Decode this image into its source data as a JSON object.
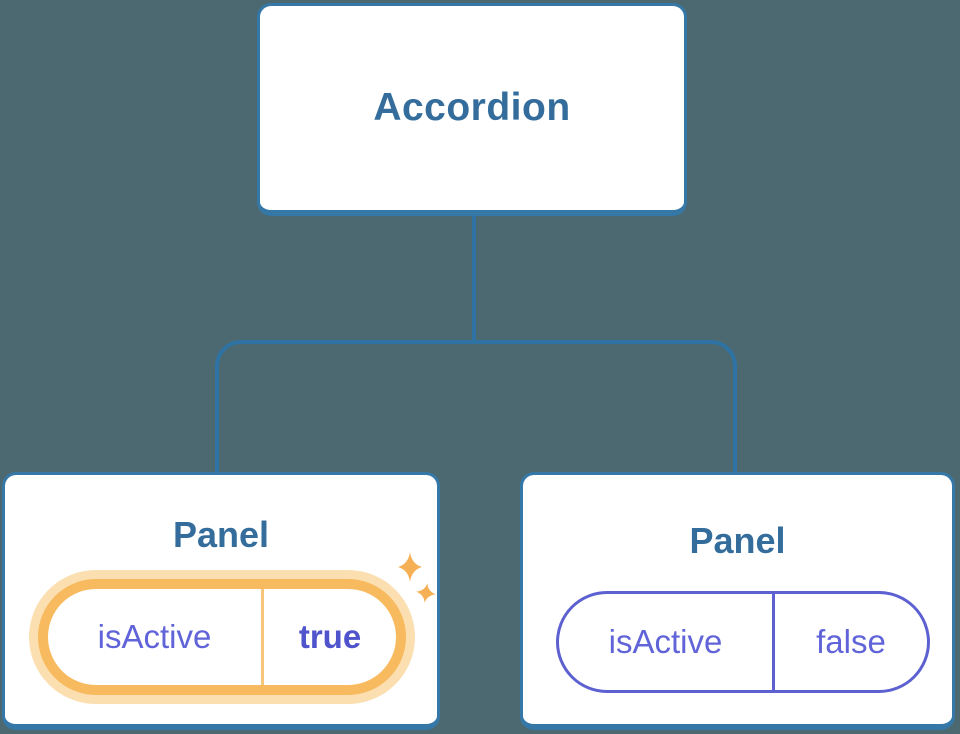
{
  "diagram": {
    "root_label": "Accordion",
    "panels": [
      {
        "title": "Panel",
        "state_name": "isActive",
        "state_value": "true",
        "highlighted": true
      },
      {
        "title": "Panel",
        "state_name": "isActive",
        "state_value": "false",
        "highlighted": false
      }
    ]
  },
  "icons": {
    "sparkle_large": "sparkle-icon",
    "sparkle_small": "sparkle-icon"
  },
  "colors": {
    "background": "#4C6971",
    "node_fill": "#FFFFFF",
    "node_border": "#3578A7",
    "title_text": "#346D9C",
    "connector": "#2E73A3",
    "active_ring": "#F8BA5E",
    "active_halo": "#FBDFB0",
    "active_divider": "#F6C67B",
    "inactive_border": "#5C60D0",
    "state_text": "#6064D8",
    "state_value_active": "#4F53CC",
    "sparkle": "#F5AF55"
  }
}
